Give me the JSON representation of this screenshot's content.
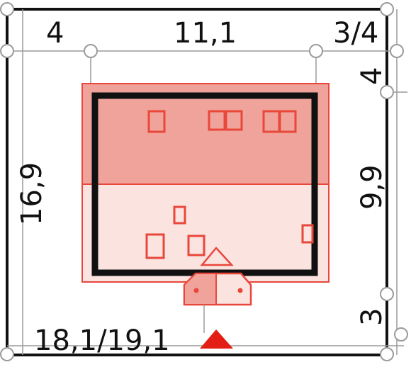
{
  "dimensions": {
    "top_left": "4",
    "top_center": "11,1",
    "top_right": "3/4",
    "right_upper": "4",
    "right_middle": "9,9",
    "right_lower": "3",
    "left_height": "16,9",
    "bottom_frontage": "18,1/19,1"
  },
  "colors": {
    "plot_border": "#111111",
    "house_outline": "#e8473b",
    "roof_fill": "#f0a39a",
    "lower_fill": "#fbe3df",
    "walls": "#111111",
    "marker": "#e31e14"
  },
  "icons": {
    "orientation_marker": "red-triangle-icon",
    "measure_points": "circle-node-icon"
  }
}
